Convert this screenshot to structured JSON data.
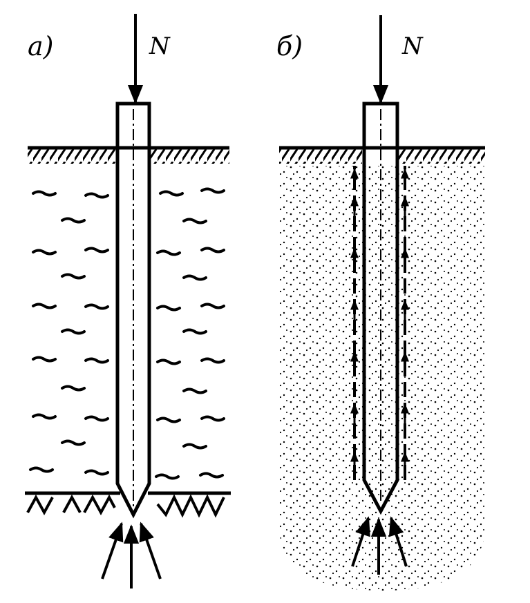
{
  "panels": {
    "a": {
      "label": "a)",
      "force_label": "N"
    },
    "b": {
      "label": "б)",
      "force_label": "N"
    }
  },
  "colors": {
    "ink": "#000000",
    "background": "#ffffff"
  }
}
